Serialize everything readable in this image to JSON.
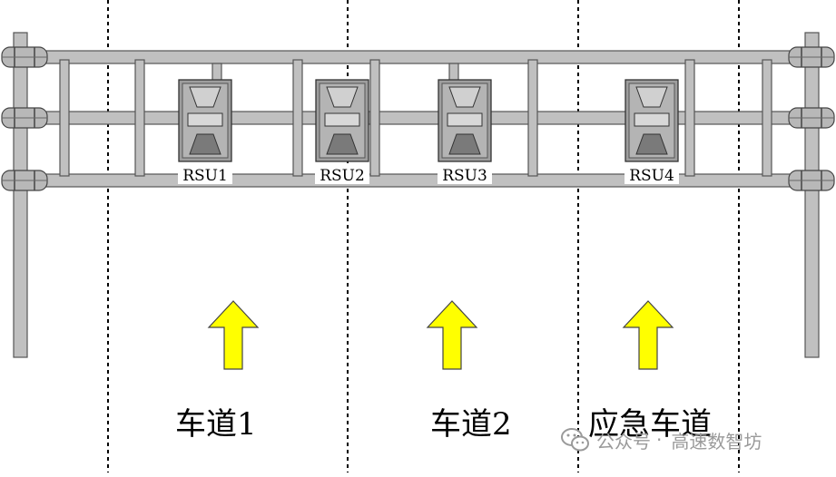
{
  "rsu_units": [
    {
      "label": "RSU1"
    },
    {
      "label": "RSU2"
    },
    {
      "label": "RSU3"
    },
    {
      "label": "RSU4"
    }
  ],
  "lanes": [
    {
      "label": "车道1"
    },
    {
      "label": "车道2"
    },
    {
      "label": "应急车道"
    }
  ],
  "watermark": {
    "account": "公众号",
    "separator": "·",
    "name": "高速数智坊"
  },
  "colors": {
    "frame_fill": "#c0c0c0",
    "frame_stroke": "#555555",
    "rsu_body": "#a8a8a8",
    "arrow_fill": "#ffff00",
    "arrow_stroke": "#444444",
    "lane_line": "#000000"
  }
}
